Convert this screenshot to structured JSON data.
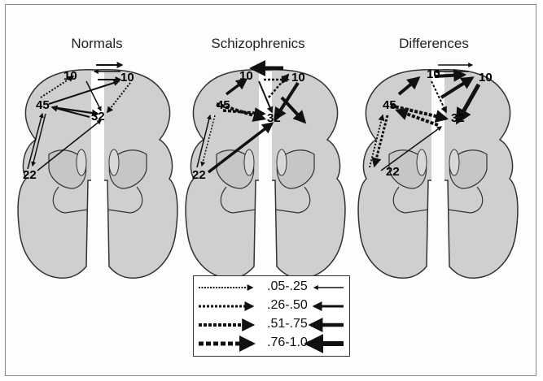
{
  "panels": [
    {
      "title": "Normals"
    },
    {
      "title": "Schizophrenics"
    },
    {
      "title": "Differences"
    }
  ],
  "nodes": {
    "a": "10",
    "b": "10",
    "c": "45",
    "d": "32",
    "e": "22"
  },
  "legend": {
    "rows": [
      {
        "label": ".05-.25"
      },
      {
        "label": ".26-.50"
      },
      {
        "label": ".51-.75"
      },
      {
        "label": ".76-1.0"
      }
    ]
  },
  "colors": {
    "brain_fill": "#cfcfcf",
    "brain_stroke": "#333333",
    "arrow": "#111111"
  }
}
